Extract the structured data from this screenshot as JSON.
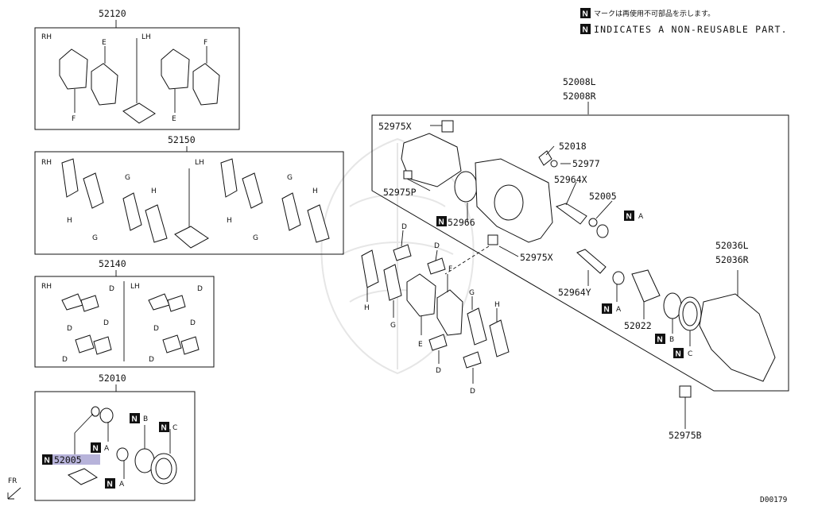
{
  "legend": {
    "n_symbol": "N",
    "jp": "マークは再使用不可部品を示します。",
    "en": "INDICATES A NON-REUSABLE PART."
  },
  "sections": {
    "s52120": {
      "title": "52120",
      "rh": "RH",
      "lh": "LH",
      "e1": "E",
      "f1": "F",
      "f2": "F",
      "e2": "E"
    },
    "s52150": {
      "title": "52150",
      "rh": "RH",
      "lh": "LH",
      "g1": "G",
      "h1": "H",
      "g2": "G",
      "h2": "H",
      "h3": "H",
      "g3": "G",
      "h4": "H",
      "g4": "G"
    },
    "s52140": {
      "title": "52140",
      "rh": "RH",
      "lh": "LH",
      "d": "D"
    },
    "s52010": {
      "title": "52010",
      "highlight": "52005",
      "a": "A",
      "b": "B",
      "c": "C"
    }
  },
  "callouts": {
    "c52008l": "52008L",
    "c52008r": "52008R",
    "c52975x_1": "52975X",
    "c52975p": "52975P",
    "c52966": "52966",
    "c52018": "52018",
    "c52977": "52977",
    "c52964x": "52964X",
    "c52005": "52005",
    "c52975x_2": "52975X",
    "c52964y": "52964Y",
    "c52022": "52022",
    "c52036l": "52036L",
    "c52036r": "52036R",
    "c52975b": "52975B",
    "a": "A",
    "b": "B",
    "c": "C",
    "d": "D",
    "e": "E",
    "f": "F",
    "g": "G",
    "h": "H"
  },
  "fr_label": "FR",
  "diagram_id": "D00179"
}
